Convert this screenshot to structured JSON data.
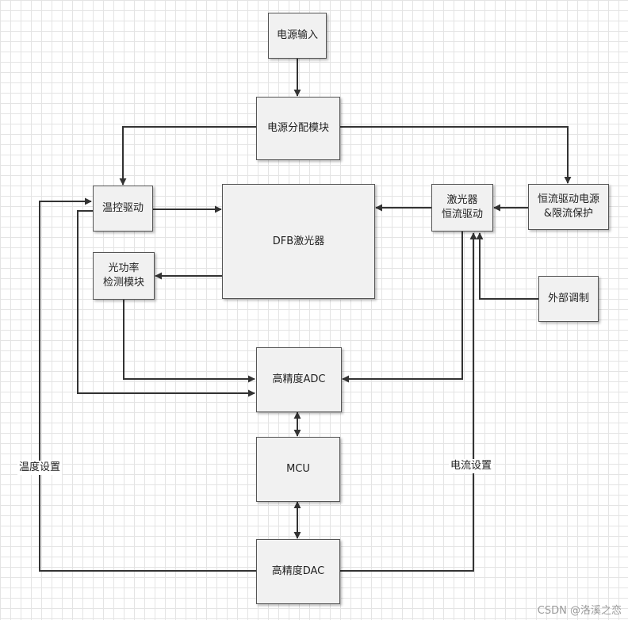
{
  "blocks": {
    "power_input": "电源输入",
    "power_distribution": "电源分配模块",
    "temp_control_drive": "温控驱动",
    "dfb_laser": "DFB激光器",
    "laser_cc_drive": "激光器\n恒流驱动",
    "cc_power_limit": "恒流驱动电源\n&限流保护",
    "optical_power_detect": "光功率\n检测模块",
    "external_modulation": "外部调制",
    "adc": "高精度ADC",
    "mcu": "MCU",
    "dac": "高精度DAC"
  },
  "labels": {
    "temp_setting": "温度设置",
    "current_setting": "电流设置"
  },
  "watermark": "CSDN @洛溪之恋"
}
